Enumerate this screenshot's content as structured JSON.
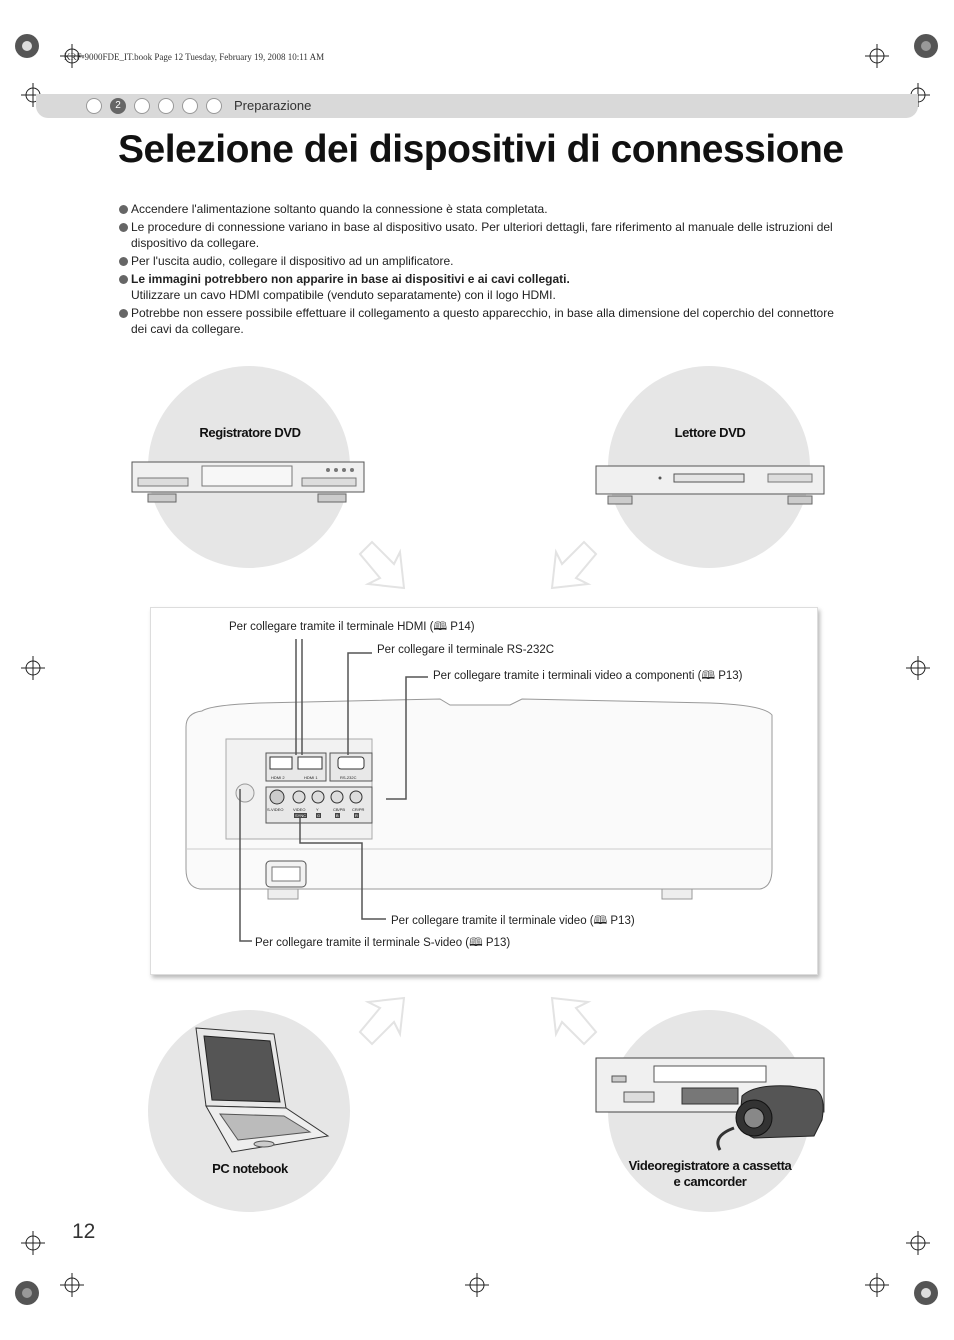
{
  "print_header": "KRF-9000FDE_IT.book  Page 12  Tuesday, February 19, 2008  10:11 AM",
  "section": {
    "step_number": "2",
    "label": "Preparazione"
  },
  "title": "Selezione dei dispositivi di connessione",
  "bullets": [
    {
      "text": "Accendere l'alimentazione soltanto quando la connessione è stata completata."
    },
    {
      "text": "Le procedure di connessione variano in base al dispositivo usato. Per ulteriori dettagli, fare riferimento al manuale delle istruzioni del dispositivo da collegare."
    },
    {
      "text": "Per l'uscita audio, collegare il dispositivo ad un amplificatore."
    },
    {
      "text": "Le immagini potrebbero non apparire in base ai dispositivi e ai cavi collegati.",
      "sub": "Utilizzare un cavo HDMI compatibile (venduto separatamente) con il logo HDMI."
    },
    {
      "text": "Potrebbe non essere possibile effettuare il collegamento a questo apparecchio, in base alla dimensione del coperchio del connettore dei cavi da collegare."
    }
  ],
  "devices": {
    "dvd_recorder": "Registratore DVD",
    "dvd_player": "Lettore DVD",
    "notebook": "PC notebook",
    "vcr_line1": "Videoregistratore a cassetta",
    "vcr_line2": "e camcorder"
  },
  "callouts": {
    "hdmi": "Per collegare tramite il terminale HDMI (",
    "hdmi_ref": "P14)",
    "rs232c": "Per collegare il terminale RS-232C",
    "component": "Per collegare tramite i terminali video a componenti (",
    "component_ref": "P13)",
    "video": "Per collegare tramite il terminale video (",
    "video_ref": "P13)",
    "svideo": "Per collegare tramite il terminale S-video (",
    "svideo_ref": "P13)"
  },
  "port_labels": {
    "hdmi2": "HDMI 2",
    "hdmi1": "HDMI 1",
    "rs232c": "RS-232C",
    "svideo": "S-VIDEO",
    "video": "VIDEO",
    "sync": "SYNC",
    "y": "Y",
    "cbpb": "CB/PB",
    "crpr": "CR/PR",
    "g": "G",
    "b": "B",
    "r": "R"
  },
  "page_number": "12"
}
